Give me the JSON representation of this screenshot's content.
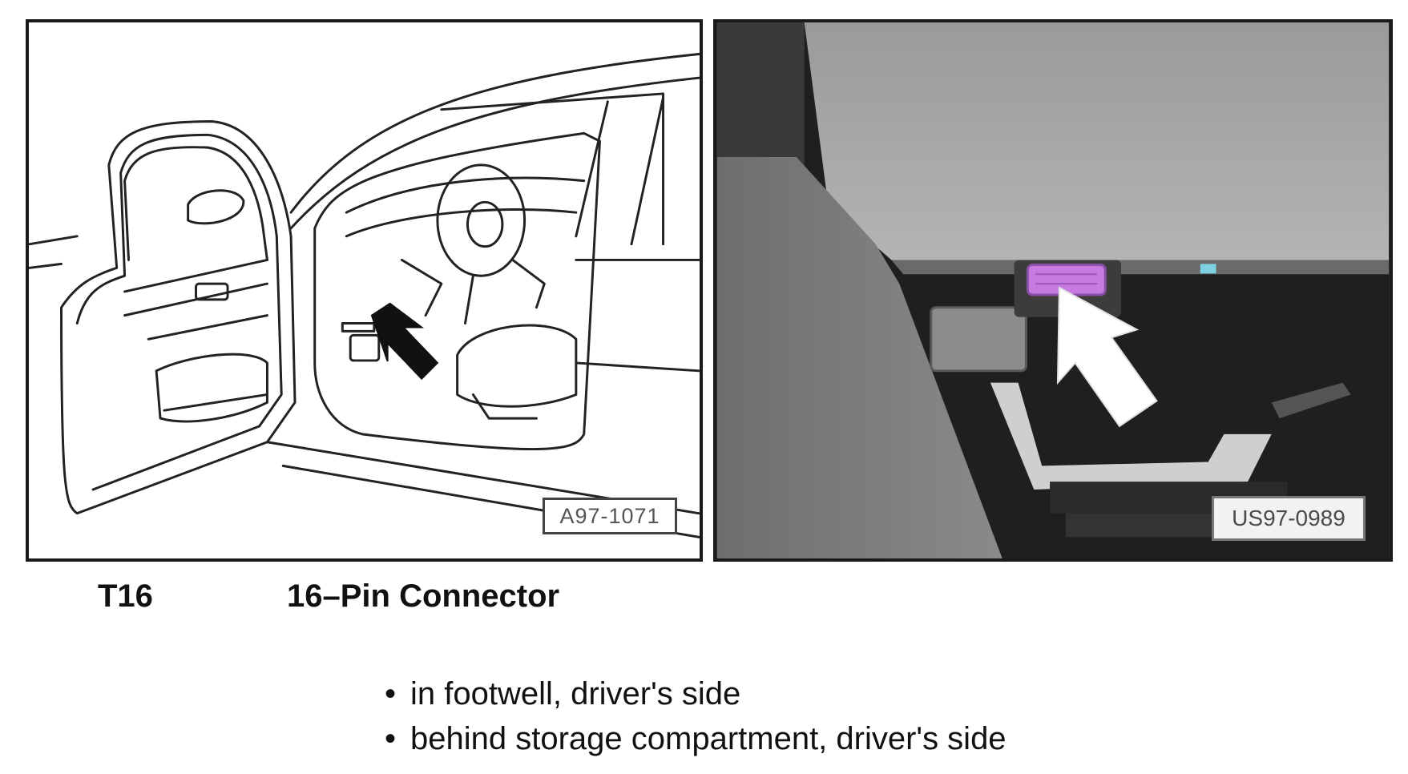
{
  "left_figure": {
    "ref_code": "A97-1071"
  },
  "right_figure": {
    "ref_code": "US97-0989"
  },
  "caption": {
    "code": "T16",
    "title": "16–Pin Connector"
  },
  "locations": [
    "in footwell, driver's side",
    "behind storage compartment, driver's side"
  ],
  "colors": {
    "connector_highlight": "#c77be0",
    "arrow_left": "#111111",
    "arrow_right": "#ffffff"
  },
  "icons": {
    "bullet": "•"
  }
}
